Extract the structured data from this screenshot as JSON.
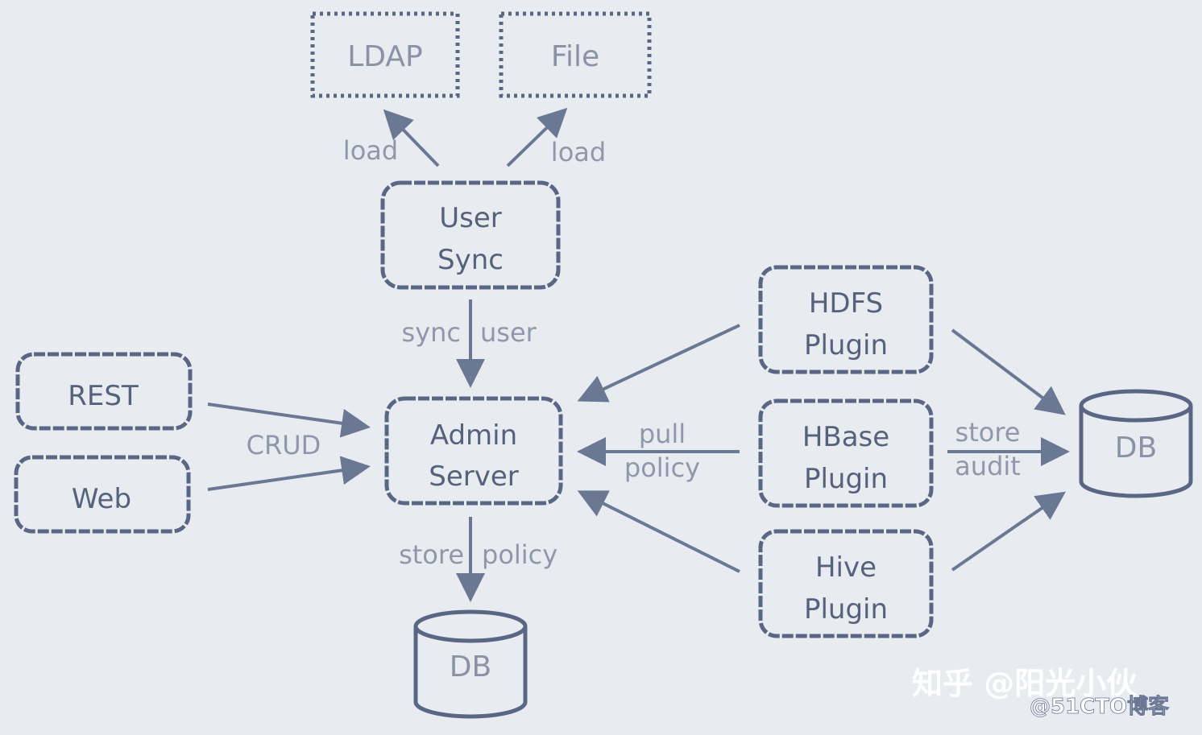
{
  "sources": {
    "ldap": "LDAP",
    "file": "File"
  },
  "nodes": {
    "user_sync": [
      "User",
      "Sync"
    ],
    "admin_server": [
      "Admin",
      "Server"
    ],
    "rest": "REST",
    "web": "Web",
    "hdfs_plugin": [
      "HDFS",
      "Plugin"
    ],
    "hbase_plugin": [
      "HBase",
      "Plugin"
    ],
    "hive_plugin": [
      "Hive",
      "Plugin"
    ],
    "db_bottom": "DB",
    "db_right": "DB"
  },
  "edges": {
    "load_left": "load",
    "load_right": "load",
    "sync": "sync",
    "user": "user",
    "crud": "CRUD",
    "pull": "pull",
    "policy": "policy",
    "store_top": "store",
    "audit": "audit",
    "store_bottom": "store",
    "policy_bottom": "policy"
  },
  "watermark": {
    "zhihu": "知乎 @阳光小伙",
    "cto": "@51CTO博客"
  },
  "colors": {
    "background": "#e8ecf1",
    "box_stroke": "#5a6784",
    "arrow": "#6b7894",
    "dotted_stroke": "#5a6784"
  }
}
